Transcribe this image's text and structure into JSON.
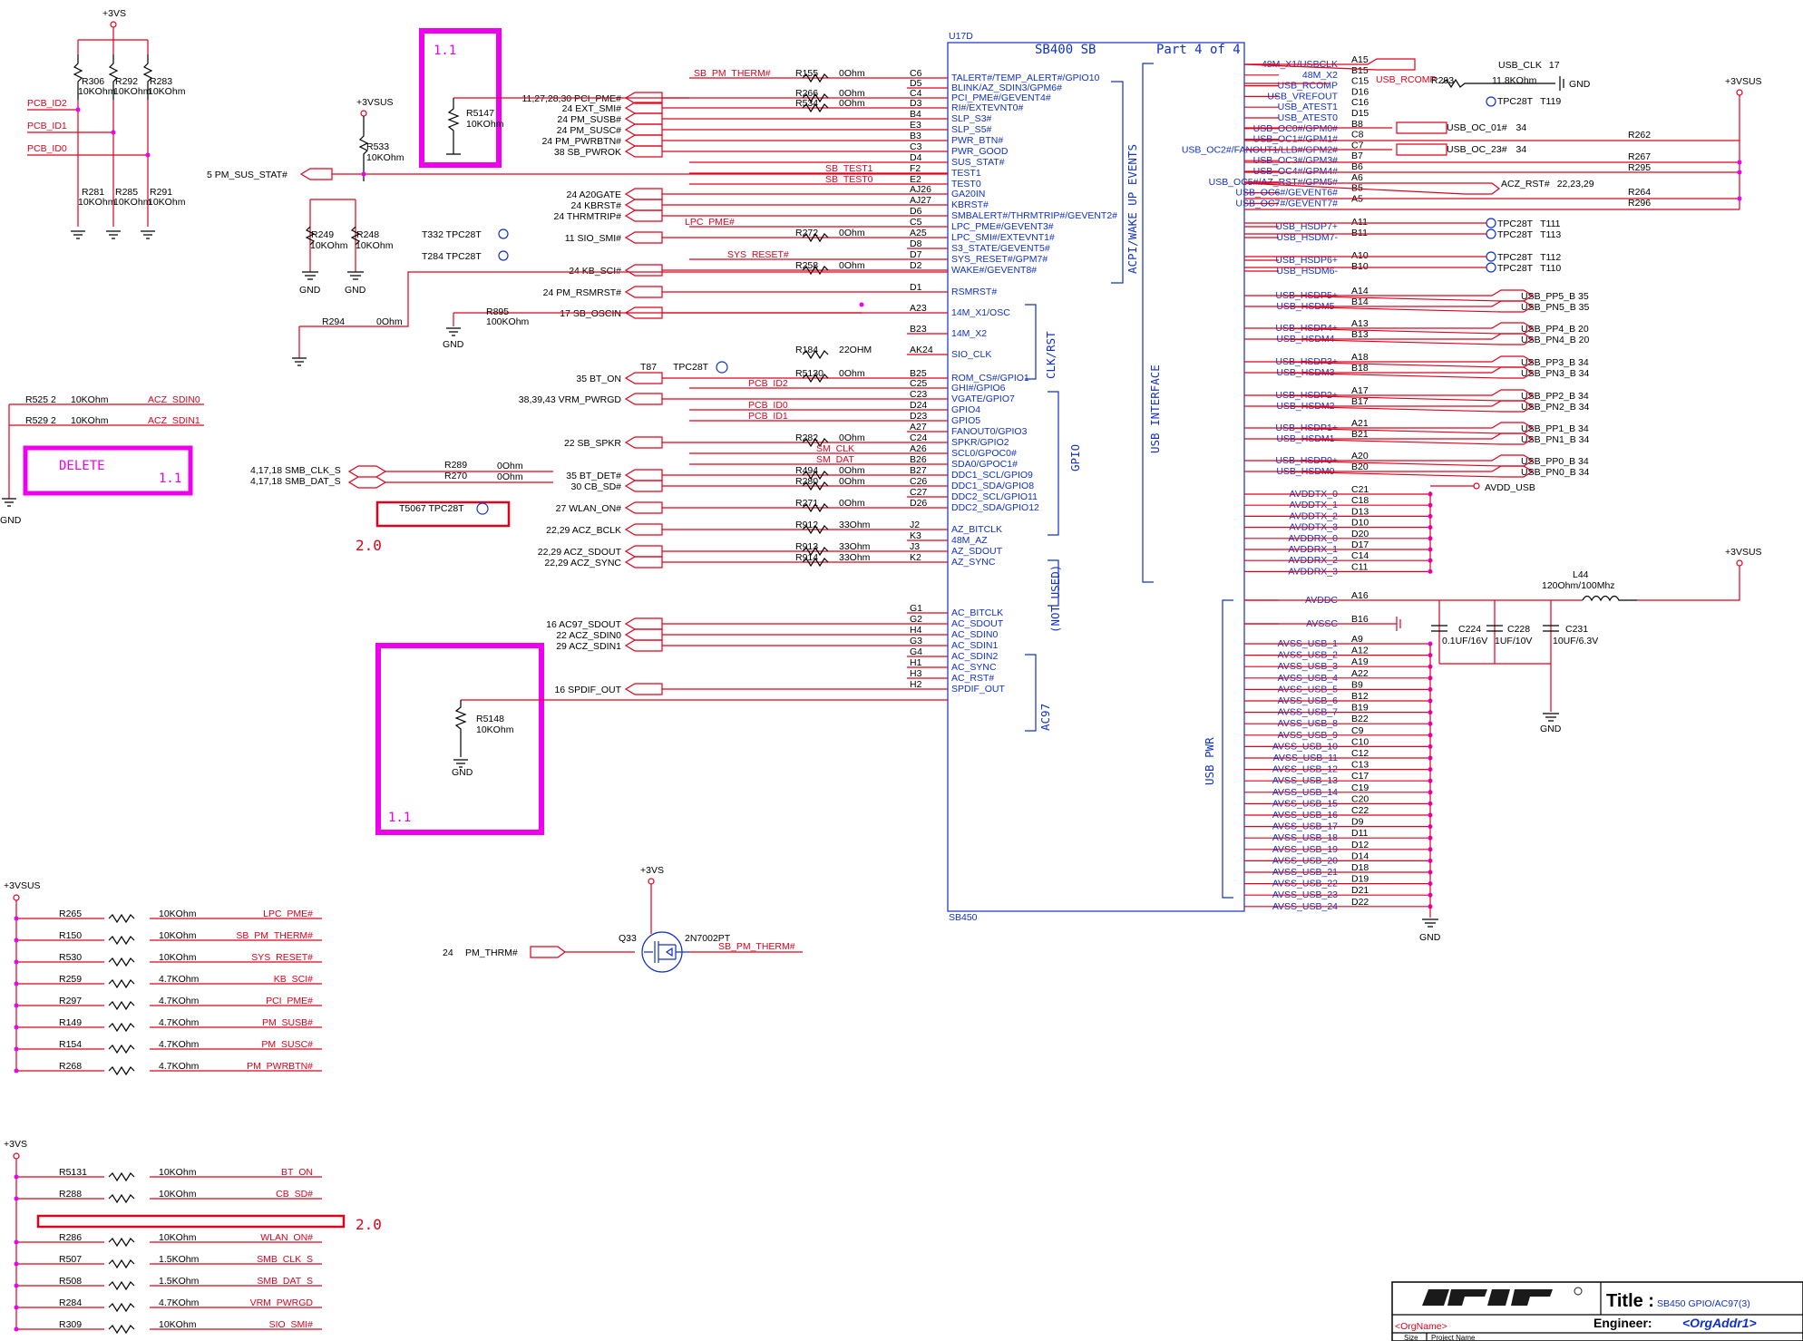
{
  "chip": {
    "ref": "U17D",
    "name": "SB400 SB",
    "part": "Part 4 of 4",
    "footer": "SB450"
  },
  "groups": {
    "acpi": "ACPI/WAKE UP EVENTS",
    "clk": "CLK/RST",
    "gpio": "GPIO",
    "notused": "(NOT USED)",
    "ac97": "AC97",
    "usbif": "USB INTERFACE",
    "usbpwr": "USB PWR"
  },
  "left_pins": [
    {
      "name": "TALERT#/TEMP_ALERT#/GPIO10",
      "pin": "C6",
      "net": "SB_PM_THERM#",
      "res": "R155",
      "val": "0Ohm"
    },
    {
      "name": "BLINK/AZ_SDIN3/GPM6#",
      "pin": "D5",
      "net": "",
      "res": "",
      "val": ""
    },
    {
      "name": "PCI_PME#/GEVENT4#",
      "pin": "C4",
      "net": "PCI_PME#",
      "res": "R266",
      "val": "0Ohm"
    },
    {
      "name": "RI#/EXTEVNT0#",
      "pin": "D3",
      "net": "EXT_SMI#",
      "res": "R534",
      "val": "0Ohm"
    },
    {
      "name": "SLP_S3#",
      "pin": "B4",
      "net": "PM_SUSB#",
      "res": "",
      "val": ""
    },
    {
      "name": "SLP_S5#",
      "pin": "E3",
      "net": "PM_SUSC#",
      "res": "",
      "val": ""
    },
    {
      "name": "PWR_BTN#",
      "pin": "B3",
      "net": "PM_PWRBTN#",
      "res": "",
      "val": ""
    },
    {
      "name": "PWR_GOOD",
      "pin": "C3",
      "net": "SB_PWROK",
      "res": "",
      "val": ""
    },
    {
      "name": "SUS_STAT#",
      "pin": "D4",
      "net": "PM_SUS_STAT#",
      "res": "",
      "val": ""
    },
    {
      "name": "TEST1",
      "pin": "F2",
      "net": "SB_TEST1",
      "res": "",
      "val": ""
    },
    {
      "name": "TEST0",
      "pin": "E2",
      "net": "SB_TEST0",
      "res": "",
      "val": ""
    },
    {
      "name": "GA20IN",
      "pin": "AJ26",
      "net": "A20GATE",
      "res": "",
      "val": ""
    },
    {
      "name": "KBRST#",
      "pin": "AJ27",
      "net": "KBRST#",
      "res": "",
      "val": ""
    },
    {
      "name": "SMBALERT#/THRMTRIP#/GEVENT2#",
      "pin": "D6",
      "net": "THRMTRIP#",
      "res": "",
      "val": ""
    },
    {
      "name": "LPC_PME#/GEVENT3#",
      "pin": "C5",
      "net": "LPC_PME#",
      "res": "",
      "val": ""
    },
    {
      "name": "LPC_SMI#/EXTEVNT1#",
      "pin": "A25",
      "net": "SIO_SMI#",
      "res": "R272",
      "val": "0Ohm"
    },
    {
      "name": "S3_STATE/GEVENT5#",
      "pin": "D8",
      "net": "",
      "res": "",
      "val": ""
    },
    {
      "name": "SYS_RESET#/GPM7#",
      "pin": "D7",
      "net": "SYS_RESET#",
      "res": "",
      "val": ""
    },
    {
      "name": "WAKE#/GEVENT8#",
      "pin": "D2",
      "net": "KB_SCI#",
      "res": "R258",
      "val": "0Ohm"
    },
    {
      "name": "RSMRST#",
      "pin": "D1",
      "net": "PM_RSMRST#",
      "res": "",
      "val": ""
    },
    {
      "name": "14M_X1/OSC",
      "pin": "A23",
      "net": "SB_OSCIN",
      "res": "",
      "val": ""
    },
    {
      "name": "14M_X2",
      "pin": "B23",
      "net": "",
      "res": "",
      "val": ""
    },
    {
      "name": "SIO_CLK",
      "pin": "AK24",
      "net": "",
      "res": "R184",
      "val": "22OHM"
    },
    {
      "name": "ROM_CS#/GPIO1",
      "pin": "B25",
      "net": "BT_ON",
      "res": "R5130",
      "val": "0Ohm"
    },
    {
      "name": "GHI#/GPIO6",
      "pin": "C25",
      "net": "PCB_ID2",
      "res": "",
      "val": ""
    },
    {
      "name": "VGATE/GPIO7",
      "pin": "C23",
      "net": "VRM_PWRGD",
      "res": "",
      "val": ""
    },
    {
      "name": "GPIO4",
      "pin": "D24",
      "net": "PCB_ID0",
      "res": "",
      "val": ""
    },
    {
      "name": "GPIO5",
      "pin": "D23",
      "net": "PCB_ID1",
      "res": "",
      "val": ""
    },
    {
      "name": "FANOUT0/GPIO3",
      "pin": "A27",
      "net": "",
      "res": "",
      "val": ""
    },
    {
      "name": "SPKR/GPIO2",
      "pin": "C24",
      "net": "SB_SPKR",
      "res": "R282",
      "val": "0Ohm"
    },
    {
      "name": "SCL0/GPOC0#",
      "pin": "A26",
      "net": "SM_CLK",
      "res": "",
      "val": ""
    },
    {
      "name": "SDA0/GPOC1#",
      "pin": "B26",
      "net": "SM_DAT",
      "res": "",
      "val": ""
    },
    {
      "name": "DDC1_SCL/GPIO9",
      "pin": "B27",
      "net": "BT_DET#",
      "res": "R494",
      "val": "0Ohm"
    },
    {
      "name": "DDC1_SDA/GPIO8",
      "pin": "C26",
      "net": "CB_SD#",
      "res": "R280",
      "val": "0Ohm"
    },
    {
      "name": "DDC2_SCL/GPIO11",
      "pin": "C27",
      "net": "",
      "res": "",
      "val": ""
    },
    {
      "name": "DDC2_SDA/GPIO12",
      "pin": "D26",
      "net": "WLAN_ON#",
      "res": "R271",
      "val": "0Ohm"
    },
    {
      "name": "AZ_BITCLK",
      "pin": "J2",
      "net": "ACZ_BCLK",
      "res": "R912",
      "val": "33Ohm"
    },
    {
      "name": "48M_AZ",
      "pin": "K3",
      "net": "",
      "res": "",
      "val": ""
    },
    {
      "name": "AZ_SDOUT",
      "pin": "J3",
      "net": "ACZ_SDOUT",
      "res": "R913",
      "val": "33Ohm"
    },
    {
      "name": "AZ_SYNC",
      "pin": "K2",
      "net": "ACZ_SYNC",
      "res": "R914",
      "val": "33Ohm"
    },
    {
      "name": "AC_BITCLK",
      "pin": "G1",
      "net": "",
      "res": "",
      "val": ""
    },
    {
      "name": "AC_SDOUT",
      "pin": "G2",
      "net": "AC97_SDOUT",
      "res": "",
      "val": ""
    },
    {
      "name": "AC_SDIN0",
      "pin": "H4",
      "net": "ACZ_SDIN0",
      "res": "",
      "val": ""
    },
    {
      "name": "AC_SDIN1",
      "pin": "G3",
      "net": "ACZ_SDIN1",
      "res": "",
      "val": ""
    },
    {
      "name": "AC_SDIN2",
      "pin": "G4",
      "net": "",
      "res": "",
      "val": ""
    },
    {
      "name": "AC_SYNC",
      "pin": "H1",
      "net": "",
      "res": "",
      "val": ""
    },
    {
      "name": "AC_RST#",
      "pin": "H3",
      "net": "",
      "res": "",
      "val": ""
    },
    {
      "name": "SPDIF_OUT",
      "pin": "H2",
      "net": "SPDIF_OUT",
      "res": "",
      "val": ""
    }
  ],
  "right_pins": [
    {
      "name": "48M_X1/USBCLK",
      "pin": "A15"
    },
    {
      "name": "48M_X2",
      "pin": "B15"
    },
    {
      "name": "USB_RCOMP",
      "pin": "C15"
    },
    {
      "name": "USB_VREFOUT",
      "pin": "D16"
    },
    {
      "name": "USB_ATEST1",
      "pin": "C16"
    },
    {
      "name": "USB_ATEST0",
      "pin": "D15"
    },
    {
      "name": "USB_OC0#/GPM0#",
      "pin": "B8"
    },
    {
      "name": "USB_OC1#/GPM1#",
      "pin": "C8"
    },
    {
      "name": "USB_OC2#/FANOUT1/LLB#/GPM2#",
      "pin": "C7"
    },
    {
      "name": "USB_OC3#/GPM3#",
      "pin": "B7"
    },
    {
      "name": "USB_OC4#/GPM4#",
      "pin": "B6"
    },
    {
      "name": "USB_OC5#/AZ_RST#/GPM5#",
      "pin": "A6"
    },
    {
      "name": "USB_OC6#/GEVENT6#",
      "pin": "B5"
    },
    {
      "name": "USB_OC7#/GEVENT7#",
      "pin": "A5"
    },
    {
      "name": "USB_HSDP7+",
      "pin": "A11"
    },
    {
      "name": "USB_HSDM7-",
      "pin": "B11"
    },
    {
      "name": "USB_HSDP6+",
      "pin": "A10"
    },
    {
      "name": "USB_HSDM6-",
      "pin": "B10"
    },
    {
      "name": "USB_HSDP5+",
      "pin": "A14"
    },
    {
      "name": "USB_HSDM5-",
      "pin": "B14"
    },
    {
      "name": "USB_HSDP4+",
      "pin": "A13"
    },
    {
      "name": "USB_HSDM4-",
      "pin": "B13"
    },
    {
      "name": "USB_HSDP3+",
      "pin": "A18"
    },
    {
      "name": "USB_HSDM3-",
      "pin": "B18"
    },
    {
      "name": "USB_HSDP2+",
      "pin": "A17"
    },
    {
      "name": "USB_HSDM2-",
      "pin": "B17"
    },
    {
      "name": "USB_HSDP1+",
      "pin": "A21"
    },
    {
      "name": "USB_HSDM1-",
      "pin": "B21"
    },
    {
      "name": "USB_HSDP0+",
      "pin": "A20"
    },
    {
      "name": "USB_HSDM0-",
      "pin": "B20"
    },
    {
      "name": "AVDDTX_0",
      "pin": "C21"
    },
    {
      "name": "AVDDTX_1",
      "pin": "C18"
    },
    {
      "name": "AVDDTX_2",
      "pin": "D13"
    },
    {
      "name": "AVDDTX_3",
      "pin": "D10"
    },
    {
      "name": "AVDDRX_0",
      "pin": "D20"
    },
    {
      "name": "AVDDRX_1",
      "pin": "D17"
    },
    {
      "name": "AVDDRX_2",
      "pin": "C14"
    },
    {
      "name": "AVDDRX_3",
      "pin": "C11"
    },
    {
      "name": "AVDDC",
      "pin": "A16"
    },
    {
      "name": "AVSSC",
      "pin": "B16"
    },
    {
      "name": "AVSS_USB_1",
      "pin": "A9"
    },
    {
      "name": "AVSS_USB_2",
      "pin": "A12"
    },
    {
      "name": "AVSS_USB_3",
      "pin": "A19"
    },
    {
      "name": "AVSS_USB_4",
      "pin": "A22"
    },
    {
      "name": "AVSS_USB_5",
      "pin": "B9"
    },
    {
      "name": "AVSS_USB_6",
      "pin": "B12"
    },
    {
      "name": "AVSS_USB_7",
      "pin": "B19"
    },
    {
      "name": "AVSS_USB_8",
      "pin": "B22"
    },
    {
      "name": "AVSS_USB_9",
      "pin": "C9"
    },
    {
      "name": "AVSS_USB_10",
      "pin": "C10"
    },
    {
      "name": "AVSS_USB_11",
      "pin": "C12"
    },
    {
      "name": "AVSS_USB_12",
      "pin": "C13"
    },
    {
      "name": "AVSS_USB_13",
      "pin": "C17"
    },
    {
      "name": "AVSS_USB_14",
      "pin": "C19"
    },
    {
      "name": "AVSS_USB_15",
      "pin": "C20"
    },
    {
      "name": "AVSS_USB_16",
      "pin": "C22"
    },
    {
      "name": "AVSS_USB_17",
      "pin": "D9"
    },
    {
      "name": "AVSS_USB_18",
      "pin": "D11"
    },
    {
      "name": "AVSS_USB_19",
      "pin": "D12"
    },
    {
      "name": "AVSS_USB_20",
      "pin": "D14"
    },
    {
      "name": "AVSS_USB_21",
      "pin": "D18"
    },
    {
      "name": "AVSS_USB_22",
      "pin": "D19"
    },
    {
      "name": "AVSS_USB_23",
      "pin": "D21"
    },
    {
      "name": "AVSS_USB_24",
      "pin": "D22"
    }
  ],
  "usb_ports": [
    {
      "p": "USB_PP5_B",
      "n": "USB_PN5_B",
      "page": "35"
    },
    {
      "p": "USB_PP4_B",
      "n": "USB_PN4_B",
      "page": "20"
    },
    {
      "p": "USB_PP3_B",
      "n": "USB_PN3_B",
      "page": "34"
    },
    {
      "p": "USB_PP2_B",
      "n": "USB_PN2_B",
      "page": "34"
    },
    {
      "p": "USB_PP1_B",
      "n": "USB_PN1_B",
      "page": "34"
    },
    {
      "p": "USB_PP0_B",
      "n": "USB_PN0_B",
      "page": "34"
    }
  ],
  "pullups_3vsus": {
    "rail": "+3VSUS",
    "rows": [
      {
        "ref": "R265",
        "val": "10KOhm",
        "net": "LPC_PME#"
      },
      {
        "ref": "R150",
        "val": "10KOhm",
        "net": "SB_PM_THERM#"
      },
      {
        "ref": "R530",
        "val": "10KOhm",
        "net": "SYS_RESET#"
      },
      {
        "ref": "R259",
        "val": "4.7KOhm",
        "net": "KB_SCI#"
      },
      {
        "ref": "R297",
        "val": "4.7KOhm",
        "net": "PCI_PME#"
      },
      {
        "ref": "R149",
        "val": "4.7KOhm",
        "net": "PM_SUSB#"
      },
      {
        "ref": "R154",
        "val": "4.7KOhm",
        "net": "PM_SUSC#"
      },
      {
        "ref": "R268",
        "val": "4.7KOhm",
        "net": "PM_PWRBTN#"
      }
    ]
  },
  "pullups_3vs": {
    "rail": "+3VS",
    "rows": [
      {
        "ref": "R5131",
        "val": "10KOhm",
        "net": "BT_ON"
      },
      {
        "ref": "R288",
        "val": "10KOhm",
        "net": "CB_SD#"
      },
      {
        "ref": "",
        "val": "",
        "net": ""
      },
      {
        "ref": "R286",
        "val": "10KOhm",
        "net": "WLAN_ON#"
      },
      {
        "ref": "R507",
        "val": "1.5KOhm",
        "net": "SMB_CLK_S"
      },
      {
        "ref": "R508",
        "val": "1.5KOhm",
        "net": "SMB_DAT_S"
      },
      {
        "ref": "R284",
        "val": "4.7KOhm",
        "net": "VRM_PWRGD"
      },
      {
        "ref": "R309",
        "val": "10KOhm",
        "net": "SIO_SMI#"
      }
    ]
  },
  "misc": {
    "rev11": "1.1",
    "rev20": "2.0",
    "delete": "DELETE",
    "gnd": "GND",
    "v3vs": "+3VS",
    "v3vsus": "+3VSUS",
    "q33": "Q33",
    "q33_part": "2N7002PT",
    "pm_thrm": "PM_THRM#",
    "pm_thrm_page": "24",
    "q33_net": "SB_PM_THERM#",
    "usb_clk": "USB_CLK",
    "usb_clk_page": "17",
    "usb_rcomp": "USB_RCOMP",
    "r293": "R293",
    "r293_val": "11.8KOhm",
    "usb_oc01": "USB_OC_01#",
    "usb_oc23": "USB_OC_23#",
    "oc_page": "34",
    "acz_rst": "ACZ_RST#",
    "acz_rst_page": "22,23,29",
    "avdd_usb": "AVDD_USB",
    "l44": "L44",
    "l44_val": "120Ohm/100Mhz",
    "c224": "C224",
    "c224_val": "0.1UF/16V",
    "c228": "C228",
    "c228_val": "1UF/10V",
    "c231": "C231",
    "c231_val": "10UF/6.3V",
    "tpc": "TPC28T",
    "t119": "T119",
    "t111": "T111",
    "t113": "T113",
    "t112": "T112",
    "t110": "T110",
    "r262": "R262",
    "r267": "R267",
    "r295": "R295",
    "r264": "R264",
    "r296": "R296",
    "kohm10": "10KOhm"
  },
  "title_block": {
    "title_label": "Title :",
    "title": "SB450 GPIO/AC97(3)",
    "engineer_label": "Engineer:",
    "engineer": "<OrgAddr1>",
    "org": "<OrgName>",
    "size": "Size",
    "project": "Project Name",
    "logo": "ASUS"
  }
}
